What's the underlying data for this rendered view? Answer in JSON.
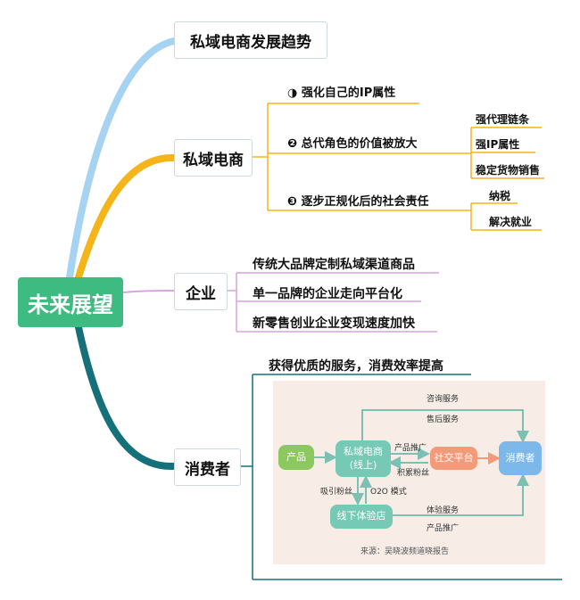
{
  "root": "未来展望",
  "branch1": {
    "title": "私域电商发展趋势"
  },
  "branch2": {
    "title": "私域电商",
    "items": [
      {
        "label": "◑ 强化自己的IP属性"
      },
      {
        "label": "❷ 总代角色的价值被放大",
        "subs": [
          "强代理链条",
          "强IP属性",
          "稳定货物销售"
        ]
      },
      {
        "label": "❸ 逐步正规化后的社会责任",
        "subs": [
          "纳税",
          "解决就业"
        ]
      }
    ]
  },
  "branch3": {
    "title": "企业",
    "items": [
      "传统大品牌定制私域渠道商品",
      "单一品牌的企业走向平台化",
      "新零售创业企业变现速度加快"
    ]
  },
  "branch4": {
    "title": "消费者",
    "heading": "获得优质的服务，消费效率提高",
    "flow": {
      "product": "产品",
      "private_line1": "私域电商",
      "private_line2": "(线上)",
      "social": "社交平台",
      "consumer": "消费者",
      "offline": "线下体验店",
      "consult": "咨询服务",
      "aftersale": "售后服务",
      "promo": "产品推广",
      "fans": "积累粉丝",
      "attract": "吸引粉丝",
      "o2o": "O2O 模式",
      "experience": "体验服务",
      "promo2": "产品推广",
      "source": "来源：吴晓波频道晓报告"
    }
  },
  "colors": {
    "root": "#3dbb80",
    "blue_branch": "#a7d3f2",
    "orange_branch": "#f5b41a",
    "purple_branch": "#d9a3e0",
    "teal_branch": "#15707a",
    "product_node": "#8cc860",
    "private_node": "#76c9b4",
    "social_node": "#f49a78",
    "consumer_node": "#7cb8ea",
    "arrow": "#7cc0b4"
  }
}
